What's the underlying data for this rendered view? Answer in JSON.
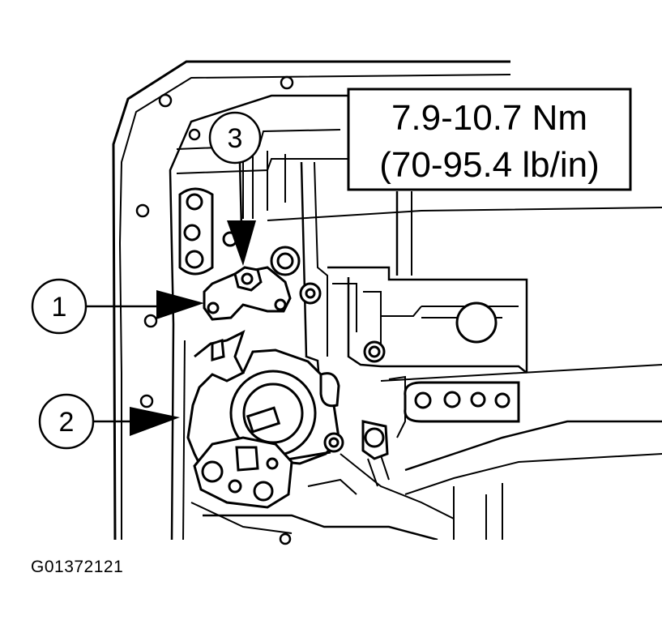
{
  "figure_id": "G01372121",
  "torque_spec": {
    "line1": "7.9-10.7 Nm",
    "line2": "(70-95.4 lb/in)"
  },
  "callouts": [
    {
      "label": "1",
      "target": "manual-lever"
    },
    {
      "label": "2",
      "target": "range-sensor"
    },
    {
      "label": "3",
      "target": "nut"
    }
  ]
}
